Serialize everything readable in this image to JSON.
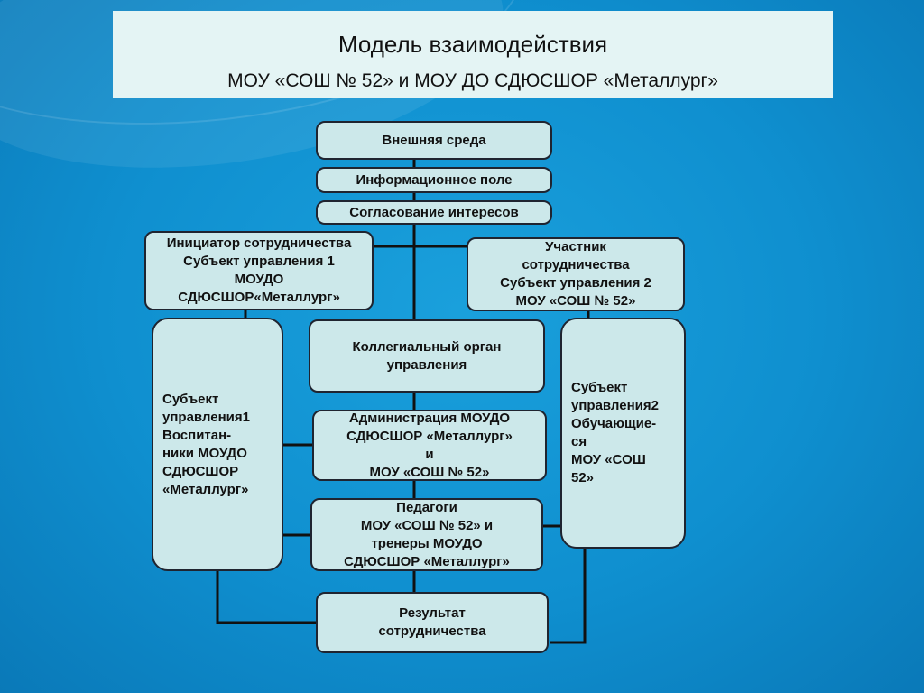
{
  "header": {
    "title": "Модель взаимодействия",
    "subtitle": "МОУ  «СОШ № 52» и МОУ ДО СДЮСШОР  «Металлург»"
  },
  "diagram": {
    "external": "Внешняя среда",
    "info_field": "Информационное поле",
    "agreement": "Согласование интересов",
    "initiator": [
      "Инициатор сотрудничества",
      "Субъект управления 1",
      "МОУДО",
      "СДЮСШОР«Металлург»"
    ],
    "participant": [
      "Участник",
      "сотрудничества",
      "Субъект управления 2",
      "МОУ «СОШ № 52»"
    ],
    "collegial": [
      "Коллегиальный орган",
      "управления"
    ],
    "subject_left": [
      "Субъект",
      "управления1",
      "Воспитан-",
      "ники  МОУДО",
      "СДЮСШОР",
      "«Металлург»"
    ],
    "subject_right": [
      "Субъект",
      "управления2",
      "Обучающие-",
      "ся",
      "МОУ «СОШ",
      "52»"
    ],
    "admin": [
      "Администрация МОУДО",
      "СДЮСШОР «Металлург»",
      "и",
      "МОУ «СОШ № 52»"
    ],
    "teachers": [
      "Педагоги",
      "МОУ «СОШ № 52» и",
      "тренеры МОУДО",
      "СДЮСШОР «Металлург»"
    ],
    "result": [
      "Результат",
      "сотрудничества"
    ]
  }
}
